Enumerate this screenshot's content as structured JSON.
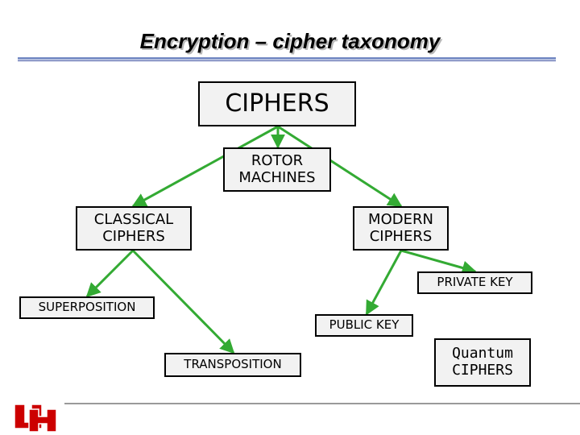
{
  "slide": {
    "title": "Encryption – cipher taxonomy"
  },
  "nodes": {
    "ciphers": "CIPHERS",
    "rotor_machines": "ROTOR\nMACHINES",
    "classical_ciphers": "CLASSICAL\nCIPHERS",
    "modern_ciphers": "MODERN\nCIPHERS",
    "private_key": "PRIVATE KEY",
    "superposition": "SUPERPOSITION",
    "public_key": "PUBLIC KEY",
    "transposition": "TRANSPOSITION",
    "quantum_ciphers": "Quantum\nCIPHERS"
  },
  "colors": {
    "arrow": "#33aa33",
    "title_rule": "#7b8fc6",
    "logo": "#cc0000"
  },
  "logo": {
    "icon": "uh-logo-icon"
  }
}
